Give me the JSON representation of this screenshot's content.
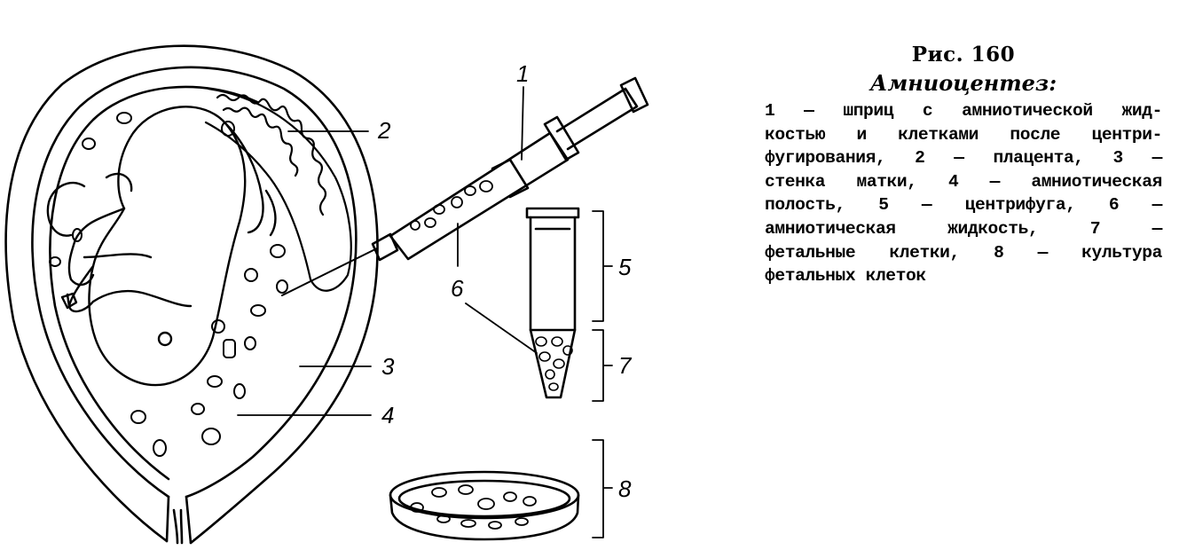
{
  "figure": {
    "number": "Рис. 160",
    "title": "Амниоцентез:",
    "legend_lines": [
      "1 — шприц с амниотической жид-",
      "костью и клетками после центри-",
      "фугирования, 2 — плацента, 3 —",
      "стенка матки, 4 — амниотическая",
      "полость, 5 — центрифуга, 6 —",
      "амниотическая жидкость, 7 —",
      "фетальные клетки, 8 — культура",
      "фетальных клеток"
    ]
  },
  "callouts": {
    "syringe": "1",
    "placenta": "2",
    "uterus_wall": "3",
    "amniotic_cavity": "4",
    "centrifuge": "5",
    "amniotic_fluid": "6",
    "fetal_cells": "7",
    "cell_culture": "8"
  }
}
